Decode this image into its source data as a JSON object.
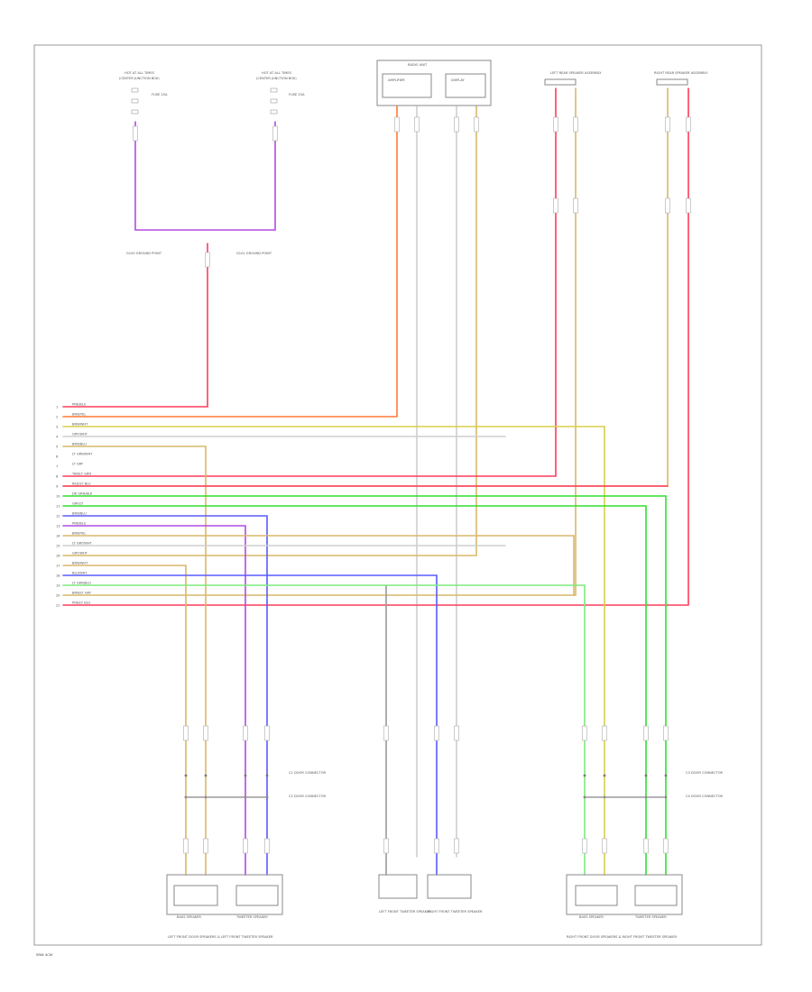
{
  "title": "",
  "footer_code": "SRW 4CM",
  "colors": {
    "pink": "#ff3b5c",
    "red": "#ff2a2a",
    "orange": "#ff7a33",
    "tan": "#d9b86a",
    "yellow": "#d8cf4a",
    "blue": "#5a5aff",
    "violet": "#b24be0",
    "green": "#2ee02e",
    "ltgreen": "#7dea7d",
    "gray": "#9a9a9a",
    "ltgray": "#cfcfcf",
    "frame": "#9a9a9a"
  },
  "components": {
    "left_fuse_box": {
      "title": "HOT AT ALL TIMES",
      "fuse": "FUSE 25A",
      "note": "(CENTER JUNCTION BOX)"
    },
    "right_fuse_box": {
      "title": "HOT AT ALL TIMES",
      "fuse": "FUSE 25A",
      "note": "(CENTER JUNCTION BOX)"
    },
    "left_ground": {
      "label": "G100 GROUND POINT"
    },
    "right_ground": {
      "label": "G101 GROUND POINT"
    },
    "head_unit": {
      "title": "RADIO UNIT",
      "left_box": "AMPLIFIER",
      "right_box": "DISPLAY"
    },
    "left_rear_speaker": {
      "title": "LEFT REAR SPEAKER ASSEMBLY"
    },
    "right_rear_speaker": {
      "title": "RIGHT REAR SPEAKER ASSEMBLY"
    },
    "front_left_group": {
      "left": "BASS SPEAKER",
      "right": "TWEETER SPEAKER",
      "caption": "LEFT FRONT DOOR SPEAKERS & LEFT FRONT TWEETER SPEAKER"
    },
    "center_group": {
      "left": "LEFT FRONT TWEETER SPEAKER",
      "right": "RIGHT FRONT TWEETER SPEAKER"
    },
    "front_right_group": {
      "left": "BASS SPEAKER",
      "right": "TWEETER SPEAKER",
      "caption": "RIGHT FRONT DOOR SPEAKERS & RIGHT FRONT TWEETER SPEAKER"
    },
    "left_splice_labels": [
      "C1 DOOR CONNECTOR",
      "C2 DOOR CONNECTOR"
    ],
    "right_splice_labels": [
      "C3 DOOR CONNECTOR",
      "C4 DOOR CONNECTOR"
    ]
  },
  "connector_rows": [
    {
      "pin": "1",
      "label": "PNK/BLU"
    },
    {
      "pin": "2",
      "label": "BRN/YEL"
    },
    {
      "pin": "3",
      "label": "BRN/WHT"
    },
    {
      "pin": "4",
      "label": "GRY/WHT"
    },
    {
      "pin": "5",
      "label": "BRN/BLU"
    },
    {
      "pin": "6",
      "label": "LT GRN/WHT"
    },
    {
      "pin": "7",
      "label": "LT GRY"
    },
    {
      "pin": "8",
      "label": "TAN/LT GRN"
    },
    {
      "pin": "9",
      "label": "RED/LT BLU"
    },
    {
      "pin": "10",
      "label": "DK GRN/BLK"
    },
    {
      "pin": "11",
      "label": "GRY/LT"
    },
    {
      "pin": "12",
      "label": "BRN/BLU"
    },
    {
      "pin": "13",
      "label": "PNK/BLU"
    },
    {
      "pin": "14",
      "label": "BRN/YEL"
    },
    {
      "pin": "15",
      "label": "LT GRY/WHT"
    },
    {
      "pin": "16",
      "label": "GRY/WHT"
    },
    {
      "pin": "17",
      "label": "BRN/WHT"
    },
    {
      "pin": "18",
      "label": "BLU/WHT"
    },
    {
      "pin": "19",
      "label": "LT GRN/BLU"
    },
    {
      "pin": "20",
      "label": "BRN/LT GRY"
    },
    {
      "pin": "21",
      "label": "PNK/LT BLU"
    }
  ]
}
